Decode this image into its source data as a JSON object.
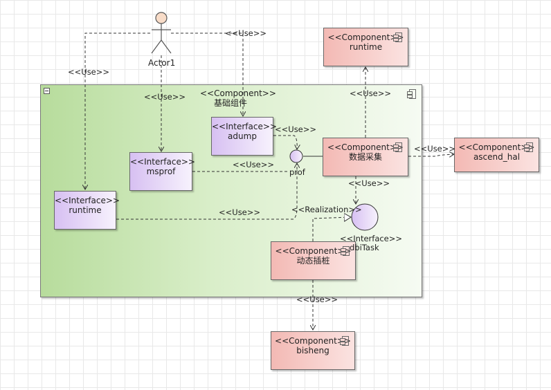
{
  "actor": {
    "name": "Actor1"
  },
  "container": {
    "stereotype": "<<Component>>",
    "name": "基础组件"
  },
  "components": {
    "runtime_top": {
      "stereotype": "<<Component>>",
      "name": "runtime"
    },
    "data_collect": {
      "stereotype": "<<Component>>",
      "name": "数据采集"
    },
    "ascend_hal": {
      "stereotype": "<<Component>>",
      "name": "ascend_hal"
    },
    "dynamic_stub": {
      "stereotype": "<<Component>>",
      "name": "动态插桩"
    },
    "bisheng": {
      "stereotype": "<<Component>>",
      "name": "bisheng"
    }
  },
  "interfaces": {
    "adump": {
      "stereotype": "<<Interface>>",
      "name": "adump"
    },
    "msprof": {
      "stereotype": "<<Interface>>",
      "name": "msprof"
    },
    "runtime": {
      "stereotype": "<<Interface>>",
      "name": "runtime"
    }
  },
  "lollipops": {
    "prof": {
      "name": "prof"
    },
    "dbitask": {
      "stereotype": "<<Interface>>",
      "name": "dbiTask"
    }
  },
  "relations": {
    "use": "<<Use>>",
    "realization": "<<Realization>>"
  },
  "colors": {
    "component_fill": "#f3b9b4",
    "interface_fill": "#d7c0f2",
    "container_fill": "#b7dc9c",
    "actor_head": "#f8dcc8"
  }
}
